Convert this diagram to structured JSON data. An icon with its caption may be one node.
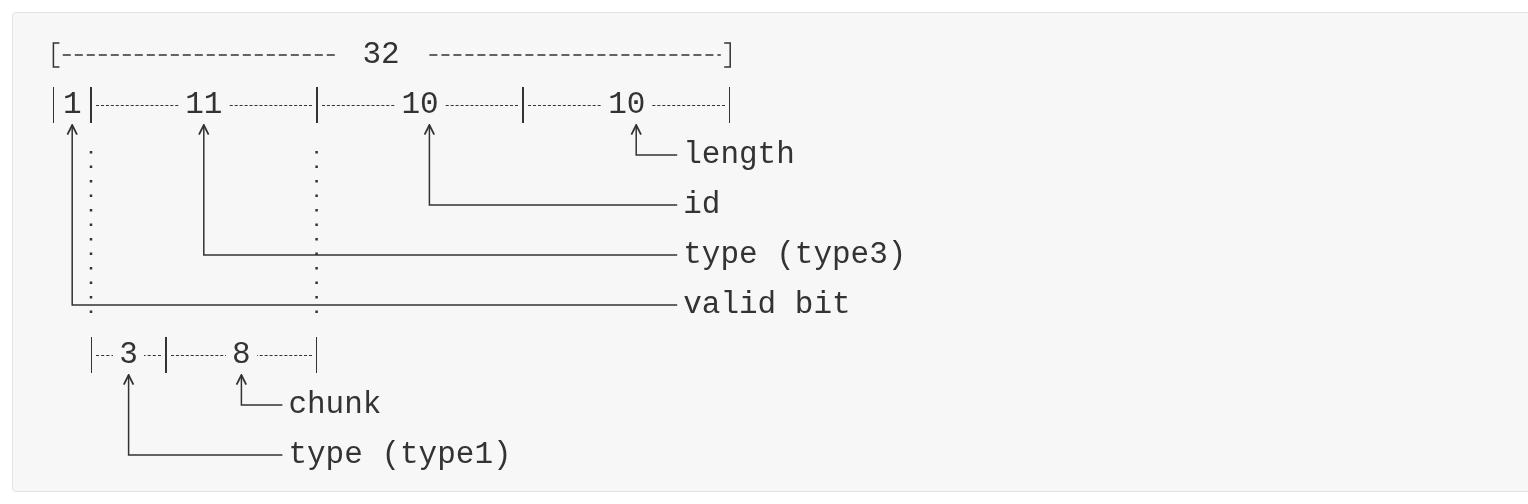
{
  "diagram": {
    "nodes": [
      {
        "text": [
          "1"
        ]
      },
      {
        "text": [
          "11"
        ]
      },
      {
        "text": [
          "10"
        ]
      },
      {
        "text": [
          "10"
        ]
      },
      {
        "text": [
          "length"
        ]
      },
      {
        "text": [
          "id"
        ]
      },
      {
        "text": [
          "type (type3)"
        ]
      },
      {
        "text": [
          "valid bit"
        ]
      },
      {
        "text": [
          "3"
        ]
      },
      {
        "text": [
          "8"
        ]
      },
      {
        "text": [
          "chunk"
        ]
      },
      {
        "text": [
          "type (type1)"
        ]
      }
    ],
    "edges": [
      {
        "from": 4,
        "to": 3,
        "arrow": "to"
      },
      {
        "from": 5,
        "to": 2,
        "arrow": "to"
      },
      {
        "from": 6,
        "to": 1,
        "arrow": "to"
      },
      {
        "from": 7,
        "to": 0,
        "arrow": "to"
      },
      {
        "from": 10,
        "to": 9,
        "arrow": "to"
      },
      {
        "from": 11,
        "to": 8,
        "arrow": "to"
      }
    ],
    "labels": [
      "32"
    ]
  }
}
